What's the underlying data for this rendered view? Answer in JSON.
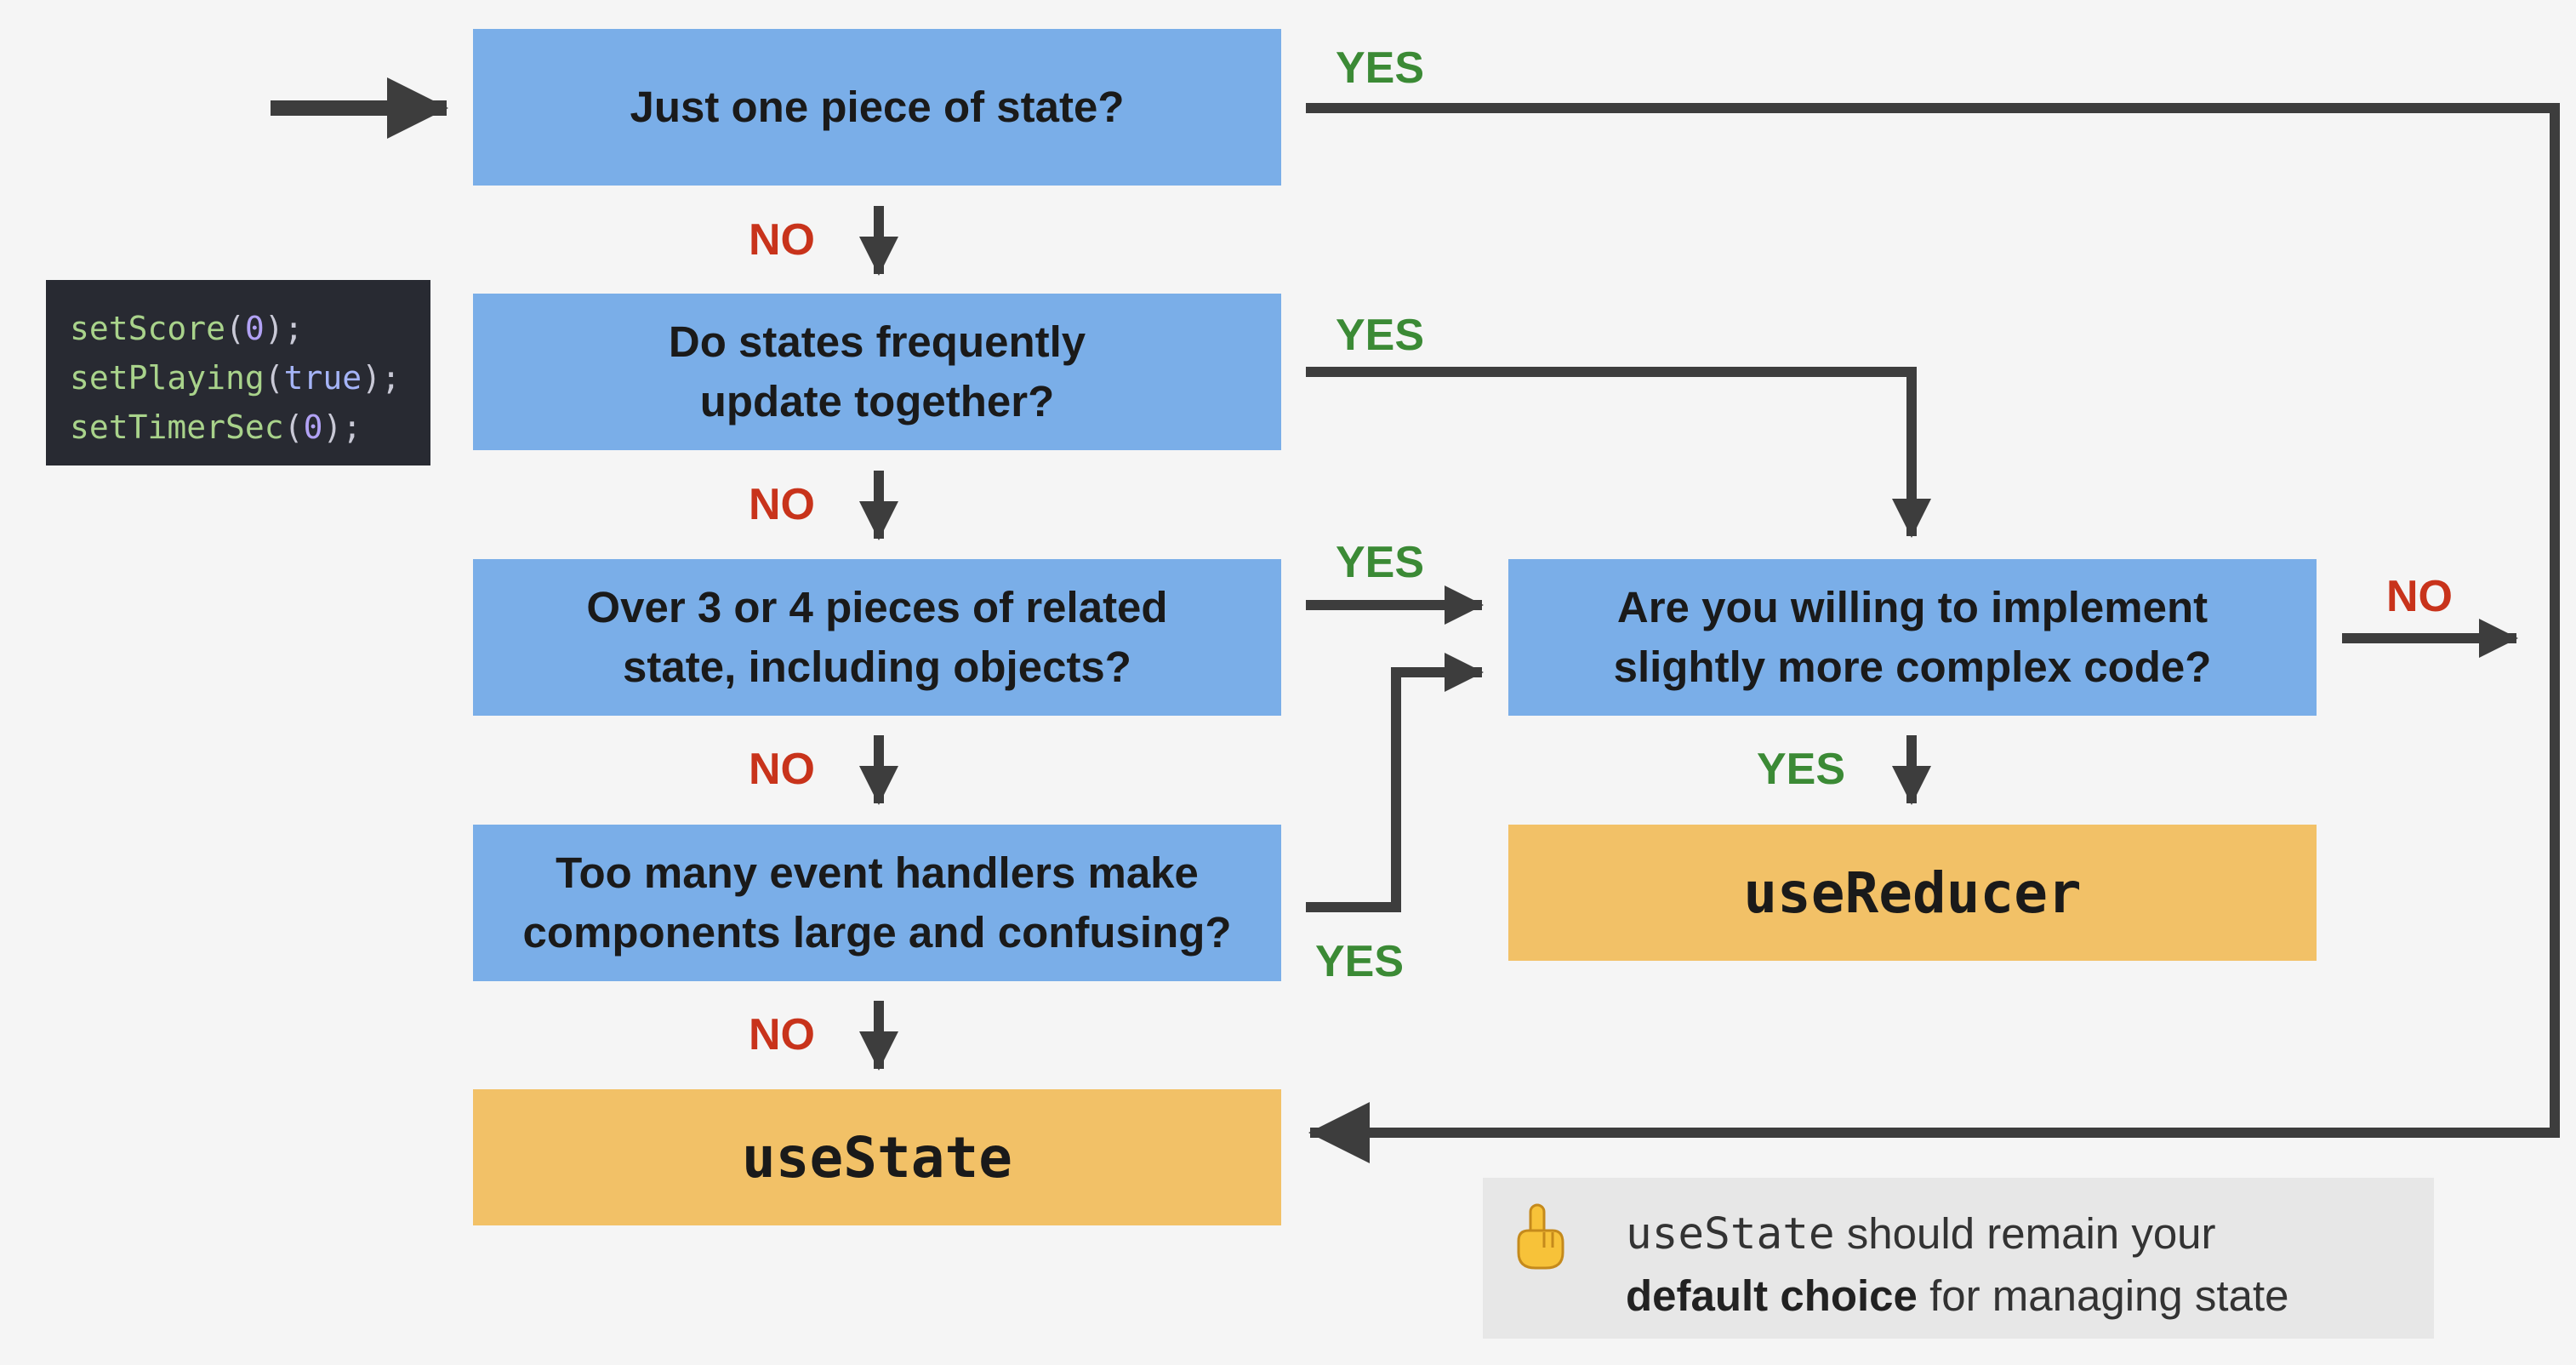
{
  "questions": [
    {
      "text": "Just one piece of state?"
    },
    {
      "text": "Do states frequently\nupdate together?"
    },
    {
      "text": "Over 3 or 4 pieces of related\nstate, including objects?"
    },
    {
      "text": "Too many event handlers make\ncomponents large and confusing?"
    },
    {
      "text": "Are you willing to implement\nslightly more complex code?"
    }
  ],
  "outcomes": {
    "use_state": "useState",
    "use_reducer": "useReducer"
  },
  "labels": {
    "yes": "YES",
    "no": "NO"
  },
  "code_snippet": {
    "lines": [
      {
        "fn": "setScore",
        "open": "(",
        "arg": "0",
        "close": ");"
      },
      {
        "fn": "setPlaying",
        "open": "(",
        "arg": "true",
        "close": ");"
      },
      {
        "fn": "setTimerSec",
        "open": "(",
        "arg": "0",
        "close": ");"
      }
    ]
  },
  "tip": {
    "icon": "pointing-up-hand-icon",
    "code": "useState",
    "line1_rest": " should remain your",
    "bold": "default choice",
    "line2_rest": " for managing state"
  },
  "colors": {
    "question_box": "#7aaee8",
    "outcome_box": "#f2c167",
    "yes": "#3b8a35",
    "no": "#c8331b",
    "arrow": "#3d3d3d",
    "code_background": "#282a32",
    "tip_background": "#e7e7e7"
  }
}
